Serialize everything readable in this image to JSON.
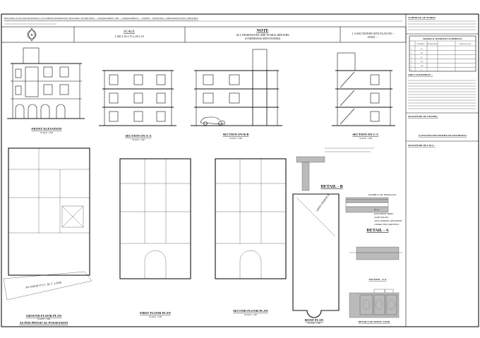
{
  "header": {
    "description": "BUILDING PLAN FOR PROPOSED G+II STORIED RESIDENTIAL BUILDING ON HOLDING ... CHAKRABORTY, SRI ... CHAKRABORTY, ... UNDER ... MUNICIPAL CORPORATION DIST.-HOOGHLY"
  },
  "title_block": {
    "north_icon": "north-arrow-icon",
    "scale_label": "SCALE",
    "scale_value": "1:100,1:50,1:75,1:20,1:10",
    "note_label": "NOTE",
    "note_line1": "ALL DIMENSIONS ARE IN MILLIMETERS",
    "note_line2": "(OTHERWISE MENTIONED)",
    "sanction_line1": "1. SANCTIONED SITE PLAN NO.-",
    "sanction_line2": "DATE :-"
  },
  "elevations": [
    {
      "title": "FRONT ELEVATION",
      "scale": "SCALE- 1:100"
    },
    {
      "title": "SECTION ON A-A",
      "scale": "SCALE- 1:100"
    },
    {
      "title": "SECTION ON B-B",
      "scale": "SCALE- 1:100"
    },
    {
      "title": "SECTION ON C-C",
      "scale": "SCALE- 1:100"
    }
  ],
  "plans": [
    {
      "title": "GROUND FLOOR PLAN",
      "scale": "SCALE- 1:100"
    },
    {
      "title": "FIRST FLOOR PLAN",
      "scale": "SCALE- 1:100"
    },
    {
      "title": "SECOND FLOOR PLAN",
      "scale": "SCALE- 1:100"
    },
    {
      "title": "ROOF PLAN",
      "scale": "SCALE- 1:100"
    }
  ],
  "ground_note": "AS PER PHYSICAL POSSESSION",
  "lane_label": "AV.2438.(8'-0\") C. M. C. LANE",
  "details": {
    "detail_b": "DETAIL - B",
    "detail_a": "DETAIL - A",
    "section_xx": "SECTION - X-X",
    "septic": "DETAILS OF SEPTIC TANK",
    "open_terrace": "OPEN TERRACE",
    "marble": "MARBLE OR TERRAZZO",
    "layers": [
      "P.C.C.",
      "POLYTHENE SHEET",
      "SAND FILLING",
      "ANTI-TERMITE TREATMENT",
      "COMPACTED EARTH FILL"
    ]
  },
  "right_panel": {
    "schedule_title": "SCHEDULE OF WORKS",
    "door_window_title": "DOORS & WINDOWS SCHEDULE",
    "table_headers": [
      "",
      "MARKED",
      "FRAME SIZE",
      "PARTICULARS"
    ],
    "table_rows": [
      [
        "1.",
        "D",
        "",
        ""
      ],
      [
        "2.",
        "D1",
        "",
        ""
      ],
      [
        "3.",
        "W",
        "",
        ""
      ],
      [
        "4.",
        "W1",
        "",
        ""
      ],
      [
        "5.",
        "W2",
        "",
        ""
      ],
      [
        "6.",
        "V",
        "",
        ""
      ]
    ],
    "area_title": "AREA STATEMENT :-",
    "owner_sig": "SIGNATURE OF OWNER:-",
    "attorney": "(CONSTITUTED POWER OF ATTORNEY)",
    "lbs_sig": "SIGNATURE OF L.B.S.:-"
  }
}
